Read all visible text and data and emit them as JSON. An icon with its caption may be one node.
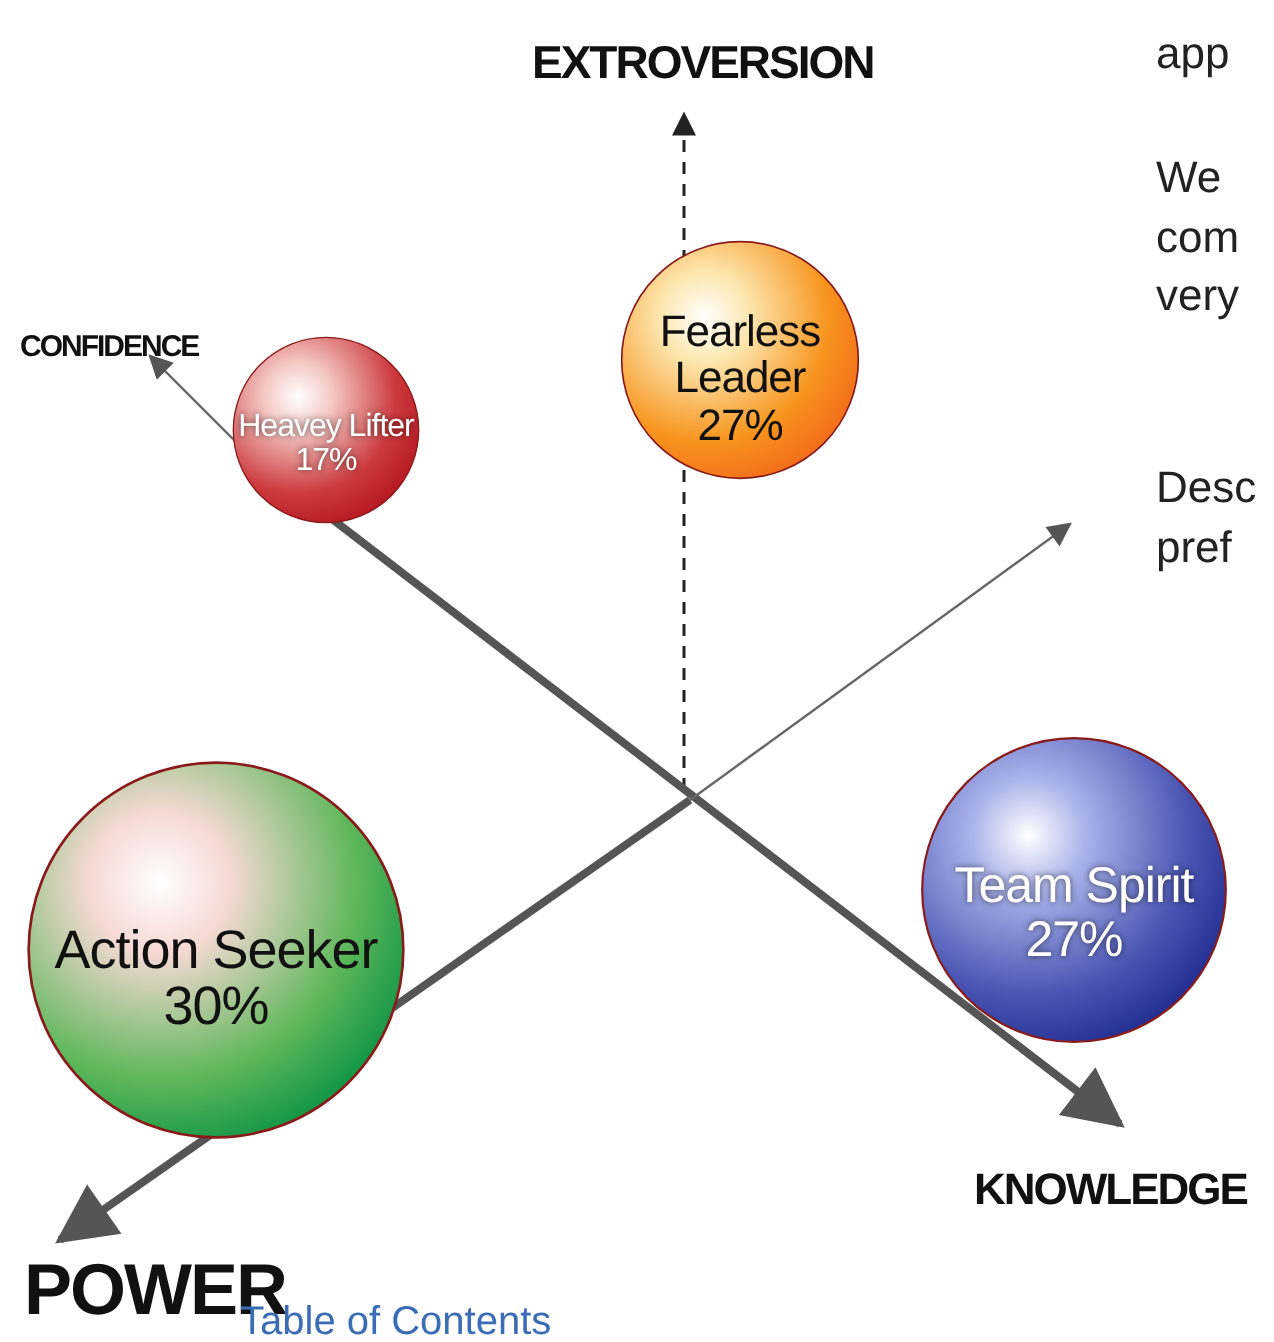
{
  "diagram": {
    "nodes": [
      {
        "text": [
          "Fearless Leader",
          "27%"
        ]
      },
      {
        "text": [
          "Heavey Lifter",
          "17%"
        ]
      },
      {
        "text": [
          "Team Spirit",
          "27%"
        ]
      },
      {
        "text": [
          "Action Seeker",
          "30%"
        ]
      }
    ],
    "labels": [
      "app",
      "EXTROVERSION",
      "We com very",
      "CONFIDENCE",
      "Desc pref",
      "KNOWLEDGE",
      "POWER",
      "Table of Contents"
    ]
  }
}
